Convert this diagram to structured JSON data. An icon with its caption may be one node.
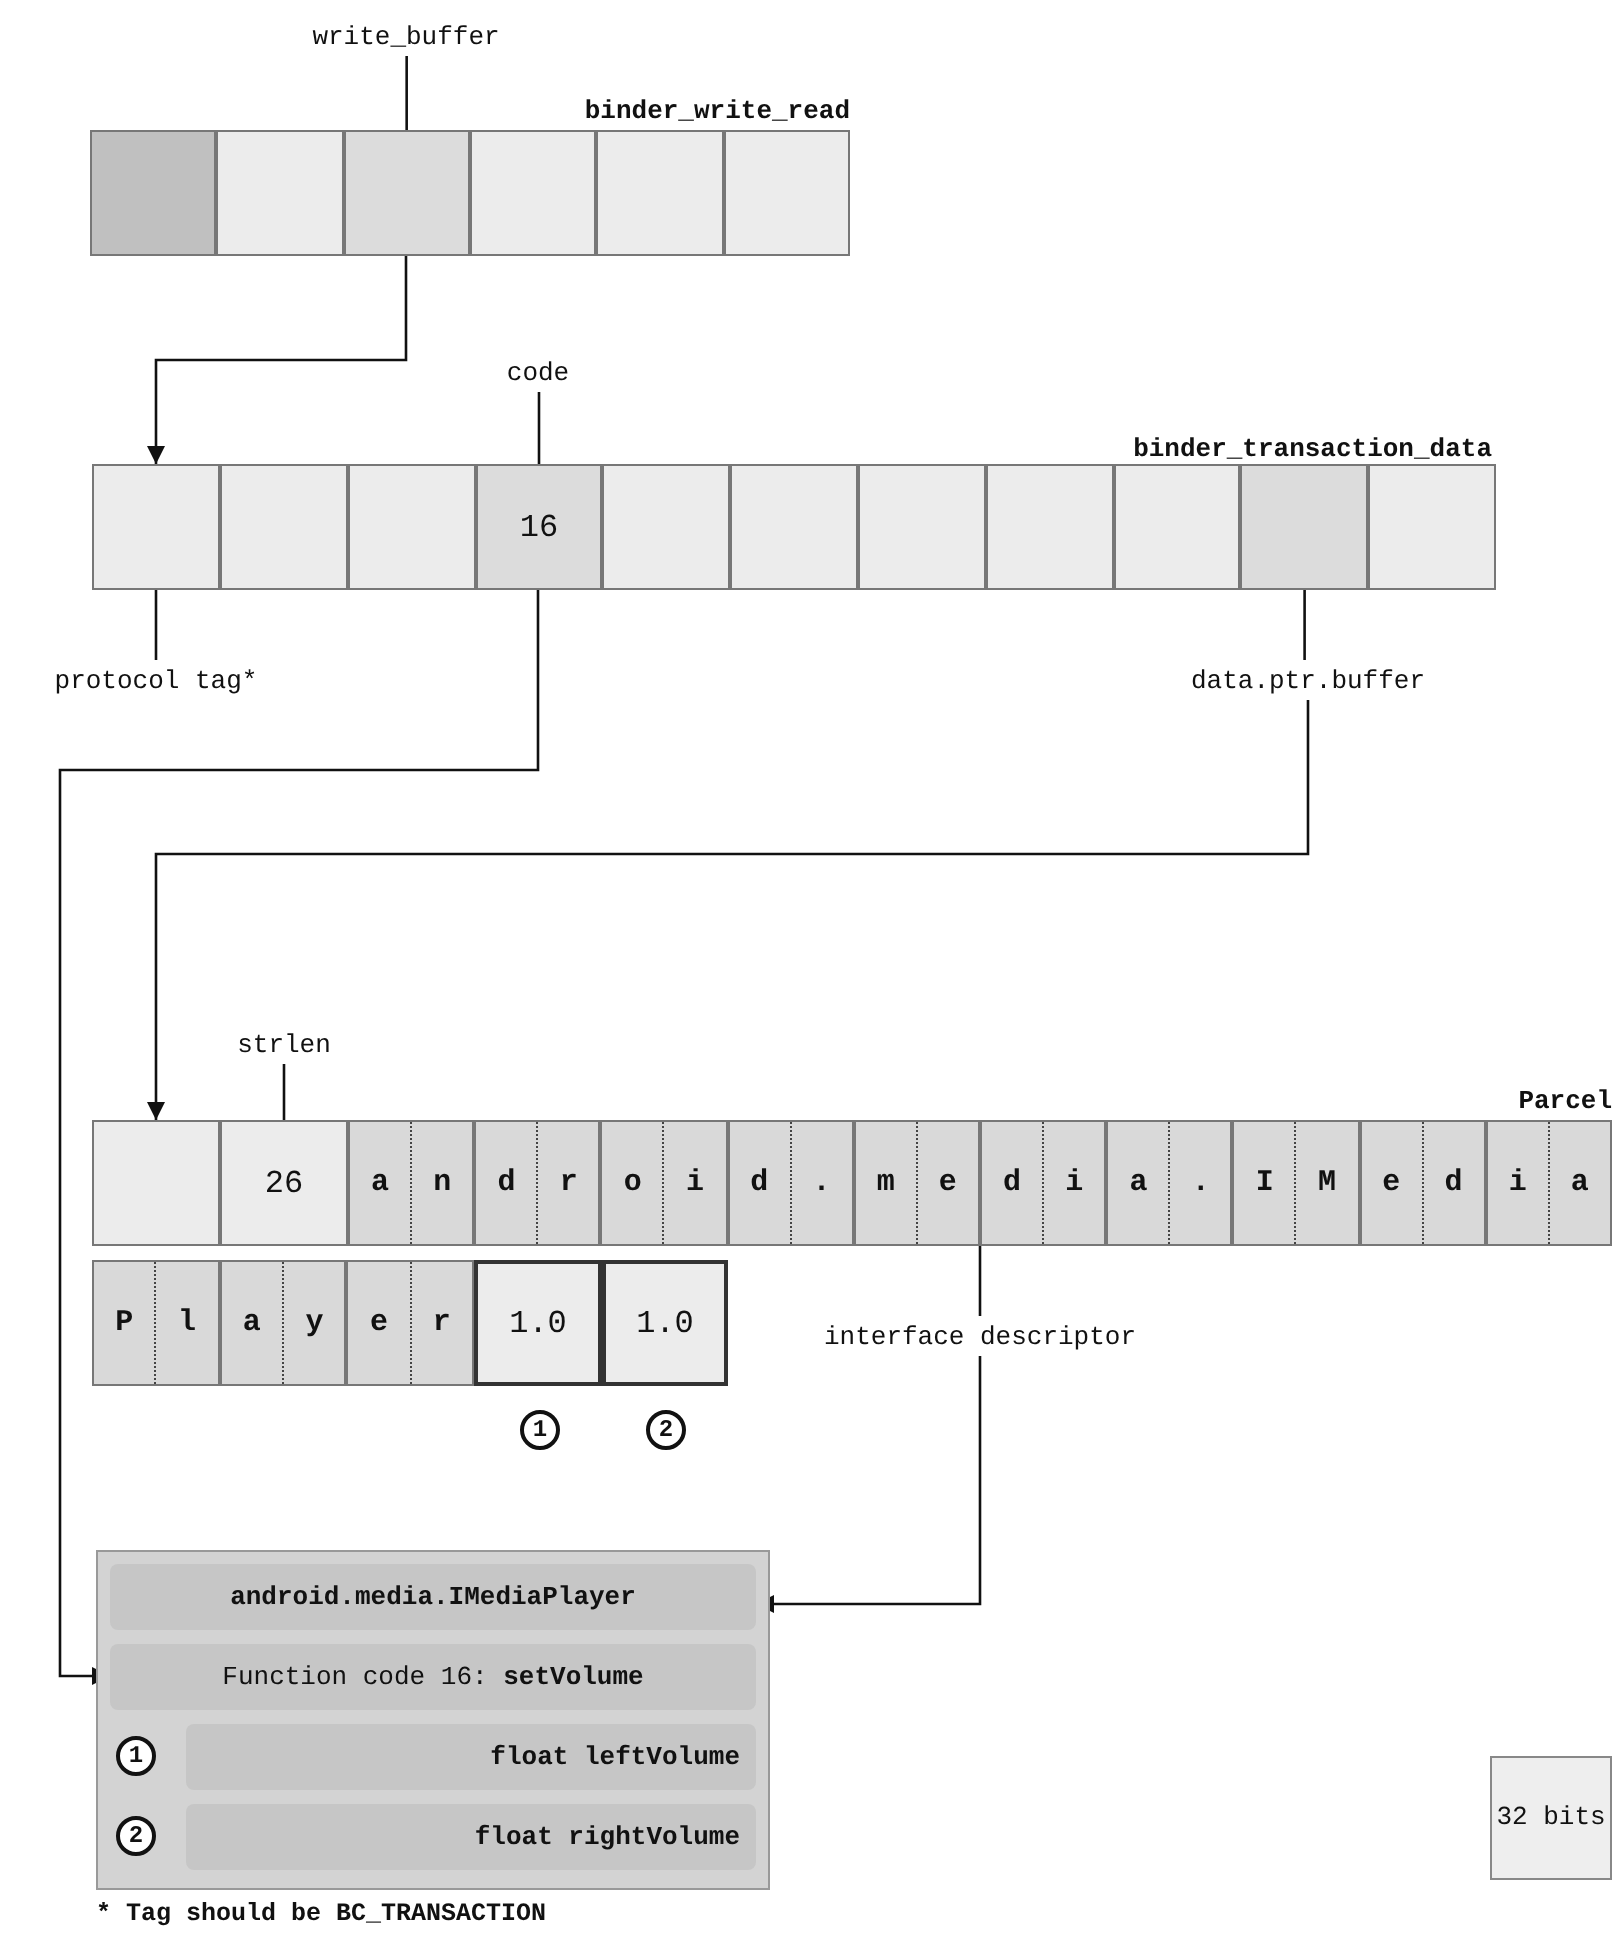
{
  "diagram": {
    "nodes": [
      {
        "text": [
          "binder_write_read"
        ]
      },
      {
        "text": [],
        "shape": "box",
        "in": 0
      },
      {
        "text": [],
        "shape": "box",
        "in": 0
      },
      {
        "text": [],
        "shape": "box",
        "in": 0
      },
      {
        "text": [],
        "shape": "box",
        "in": 0
      },
      {
        "text": [],
        "shape": "box",
        "in": 0
      },
      {
        "text": [],
        "shape": "box",
        "in": 0
      },
      {
        "text": [
          "write_buffer"
        ]
      },
      {
        "text": [],
        "shape": "box"
      },
      {
        "text": [
          "binder_transaction_data"
        ]
      },
      {
        "text": [],
        "shape": "box",
        "in": 9
      },
      {
        "text": [],
        "shape": "box",
        "in": 9
      },
      {
        "text": [
          "16"
        ],
        "in": 9
      },
      {
        "text": [],
        "shape": "box",
        "in": 9
      },
      {
        "text": [],
        "shape": "box",
        "in": 9
      },
      {
        "text": [],
        "shape": "box",
        "in": 9
      },
      {
        "text": [],
        "shape": "box",
        "in": 9
      },
      {
        "text": [],
        "shape": "box",
        "in": 9
      },
      {
        "text": [],
        "shape": "box",
        "in": 9
      },
      {
        "text": [],
        "shape": "box",
        "in": 9
      },
      {
        "text": [
          "code"
        ]
      },
      {
        "text": [
          "protocol tag*"
        ]
      },
      {
        "text": [
          "data.ptr.buffer"
        ]
      },
      {
        "text": [
          "Parcel"
        ]
      },
      {
        "text": [],
        "shape": "box",
        "in": 23
      },
      {
        "text": [
          "26"
        ],
        "in": 23
      },
      {
        "text": [
          "a",
          "n"
        ],
        "in": 23
      },
      {
        "text": [
          "d",
          "r"
        ],
        "in": 23
      },
      {
        "text": [
          "o",
          "i"
        ],
        "in": 23
      },
      {
        "text": [
          "d",
          "."
        ],
        "in": 23
      },
      {
        "text": [
          "m",
          "e"
        ],
        "in": 23
      },
      {
        "text": [
          "d",
          "i"
        ],
        "in": 23
      },
      {
        "text": [
          "a",
          "."
        ],
        "in": 23
      },
      {
        "text": [
          "I",
          "M"
        ],
        "in": 23
      },
      {
        "text": [
          "e",
          "d"
        ],
        "in": 23
      },
      {
        "text": [
          "i",
          "a"
        ],
        "in": 23
      },
      {
        "text": [
          "P",
          "l"
        ]
      },
      {
        "text": [
          "a",
          "y"
        ]
      },
      {
        "text": [
          "e",
          "r"
        ]
      },
      {
        "text": [
          "1.0"
        ]
      },
      {
        "text": [
          "1.0"
        ]
      },
      {
        "text": [
          "strlen"
        ]
      },
      {
        "text": [
          "interface descriptor"
        ]
      },
      {
        "text": [],
        "shape": "box"
      },
      {
        "text": [
          "android.media.IMediaPlayer"
        ],
        "in": 43
      },
      {
        "text": [
          "Function code 16: **setVolume**"
        ],
        "in": 43
      },
      {
        "text": [
          "float leftVolume"
        ],
        "in": 43
      },
      {
        "text": [
          "float rightVolume"
        ],
        "in": 43
      },
      {
        "text": [
          "32 bits"
        ]
      }
    ],
    "edges": [
      {
        "from": 7,
        "to": 3,
        "arrow": "none"
      },
      {
        "from": 3,
        "to": 8,
        "arrow": "to"
      },
      {
        "from": 20,
        "to": 12,
        "arrow": "none"
      },
      {
        "from": 21,
        "to": 8,
        "arrow": "none"
      },
      {
        "from": 22,
        "to": 18,
        "arrow": "none"
      },
      {
        "from": 22,
        "to": 24,
        "arrow": "to"
      },
      {
        "from": 12,
        "to": 45,
        "arrow": "to"
      },
      {
        "from": 41,
        "to": 25,
        "arrow": "none"
      },
      {
        "from": 42,
        "to": 23,
        "arrow": "none"
      },
      {
        "from": 42,
        "to": 44,
        "arrow": "to"
      }
    ],
    "labels": [
      "1",
      "2",
      "1",
      "2",
      "* Tag should be BC_TRANSACTION"
    ]
  }
}
